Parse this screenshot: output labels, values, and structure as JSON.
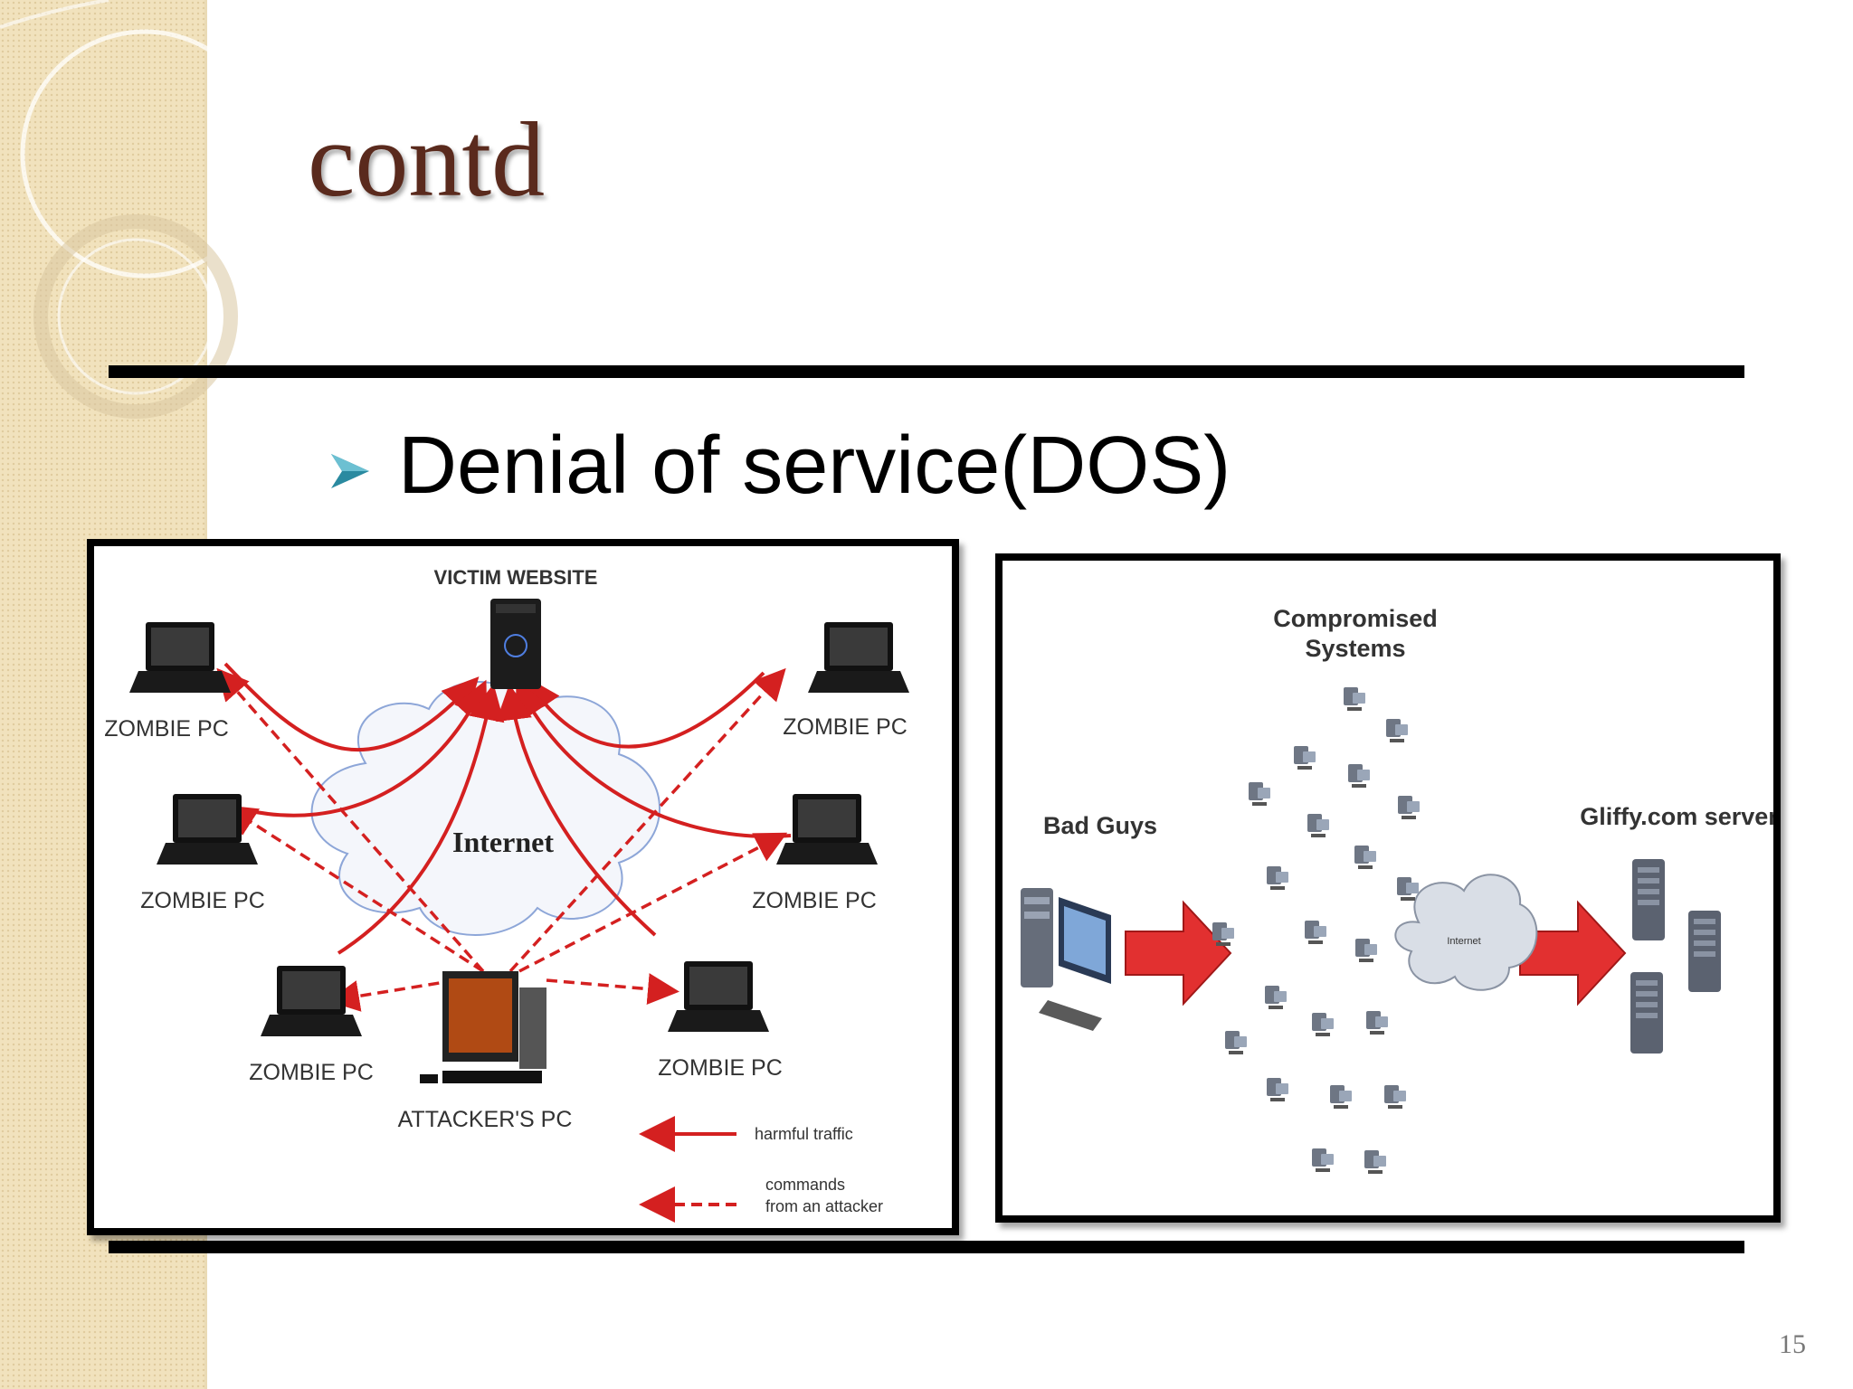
{
  "slide": {
    "title": "contd",
    "bullet": "Denial of service(DOS)",
    "page_number": "15"
  },
  "diagram_left": {
    "victim": "VICTIM WEBSITE",
    "internet": "Internet",
    "zombies": [
      "ZOMBIE PC",
      "ZOMBIE PC",
      "ZOMBIE PC",
      "ZOMBIE PC",
      "ZOMBIE PC",
      "ZOMBIE PC"
    ],
    "attacker": "ATTACKER'S PC",
    "legend": {
      "harmful": "harmful traffic",
      "commands_line1": "commands",
      "commands_line2": "from an attacker"
    }
  },
  "diagram_right": {
    "compromised_line1": "Compromised",
    "compromised_line2": "Systems",
    "bad_guys": "Bad Guys",
    "internet": "Internet",
    "servers": "Gliffy.com servers"
  },
  "colors": {
    "title": "#5a2a1d",
    "arrow_red": "#d42020",
    "bullet": "#2a8aa0"
  }
}
